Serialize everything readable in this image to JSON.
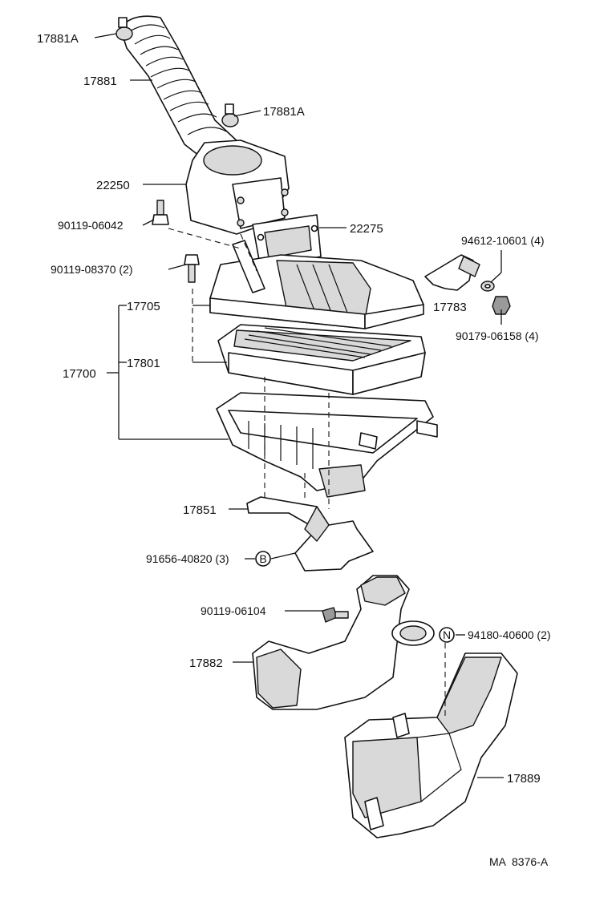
{
  "diagram": {
    "code": "MA  8376-A",
    "symbols": {
      "b": "B",
      "n": "N"
    },
    "labels": {
      "l17881A_top": "17881A",
      "l17881": "17881",
      "l17881A_mid": "17881A",
      "l22250": "22250",
      "l90119_06042": "90119-06042",
      "l22275": "22275",
      "l94612": "94612-10601 (4)",
      "l90119_08370": "90119-08370 (2)",
      "l17705": "17705",
      "l17783": "17783",
      "l90179": "90179-06158 (4)",
      "l17700": "17700",
      "l17801": "17801",
      "l17851": "17851",
      "l91656": "91656-40820 (3)",
      "l90119_06104": "90119-06104",
      "l94180": "94180-40600 (2)",
      "l17882": "17882",
      "l17889": "17889"
    }
  }
}
